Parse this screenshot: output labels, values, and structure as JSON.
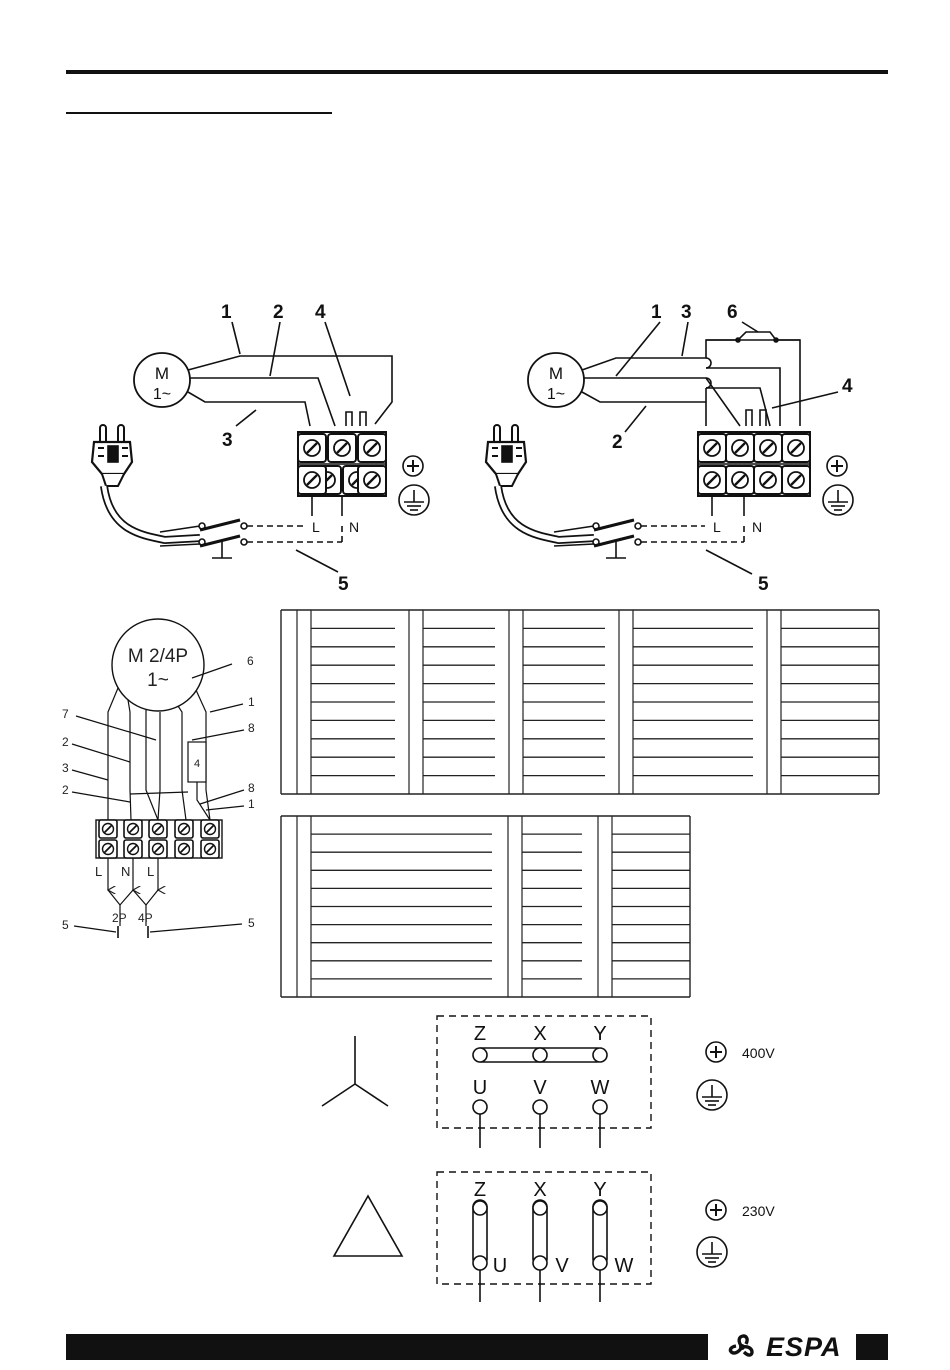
{
  "diagram_left": {
    "labels": [
      "1",
      "2",
      "4",
      "3",
      "5"
    ],
    "motor": {
      "line1": "M",
      "line2": "1~"
    },
    "terminals": {
      "live": "L",
      "neutral": "N"
    }
  },
  "diagram_right": {
    "labels": [
      "1",
      "3",
      "6",
      "4",
      "2",
      "5"
    ],
    "motor": {
      "line1": "M",
      "line2": "1~"
    },
    "terminals": {
      "live": "L",
      "neutral": "N"
    }
  },
  "diagram_two_speed": {
    "motor": {
      "line1": "M 2/4P",
      "line2": "1~"
    },
    "callouts": [
      "6",
      "1",
      "7",
      "8",
      "2",
      "3",
      "2",
      "8",
      "1",
      "4"
    ],
    "terminal_letters": [
      "L",
      "N",
      "L"
    ],
    "switch": {
      "left": "2P",
      "right": "4P",
      "callout_left": "5",
      "callout_right": "5"
    }
  },
  "table_top": {
    "columns": 5,
    "rows": 9
  },
  "table_bottom": {
    "columns": 3,
    "rows": 9
  },
  "star_connection": {
    "top_labels": [
      "Z",
      "X",
      "Y"
    ],
    "bottom_labels": [
      "U",
      "V",
      "W"
    ],
    "voltage": "400V"
  },
  "delta_connection": {
    "top_labels": [
      "Z",
      "X",
      "Y"
    ],
    "bottom_labels": [
      "U",
      "V",
      "W"
    ],
    "voltage": "230V"
  },
  "footer": {
    "brand": "ESPA"
  }
}
